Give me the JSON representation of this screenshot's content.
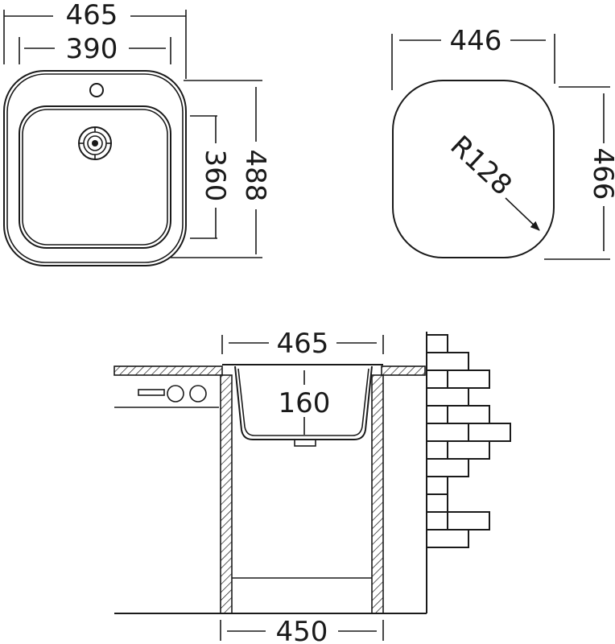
{
  "top_view": {
    "overall_width": "465",
    "bowl_width": "390",
    "bowl_depth": "360",
    "overall_depth": "488"
  },
  "bowl_view": {
    "width": "446",
    "depth": "466",
    "corner_radius": "R128"
  },
  "section_view": {
    "sink_width": "465",
    "bowl_height": "160",
    "cabinet_width": "450"
  },
  "colors": {
    "line": "#1a1a1a",
    "background": "#ffffff"
  }
}
